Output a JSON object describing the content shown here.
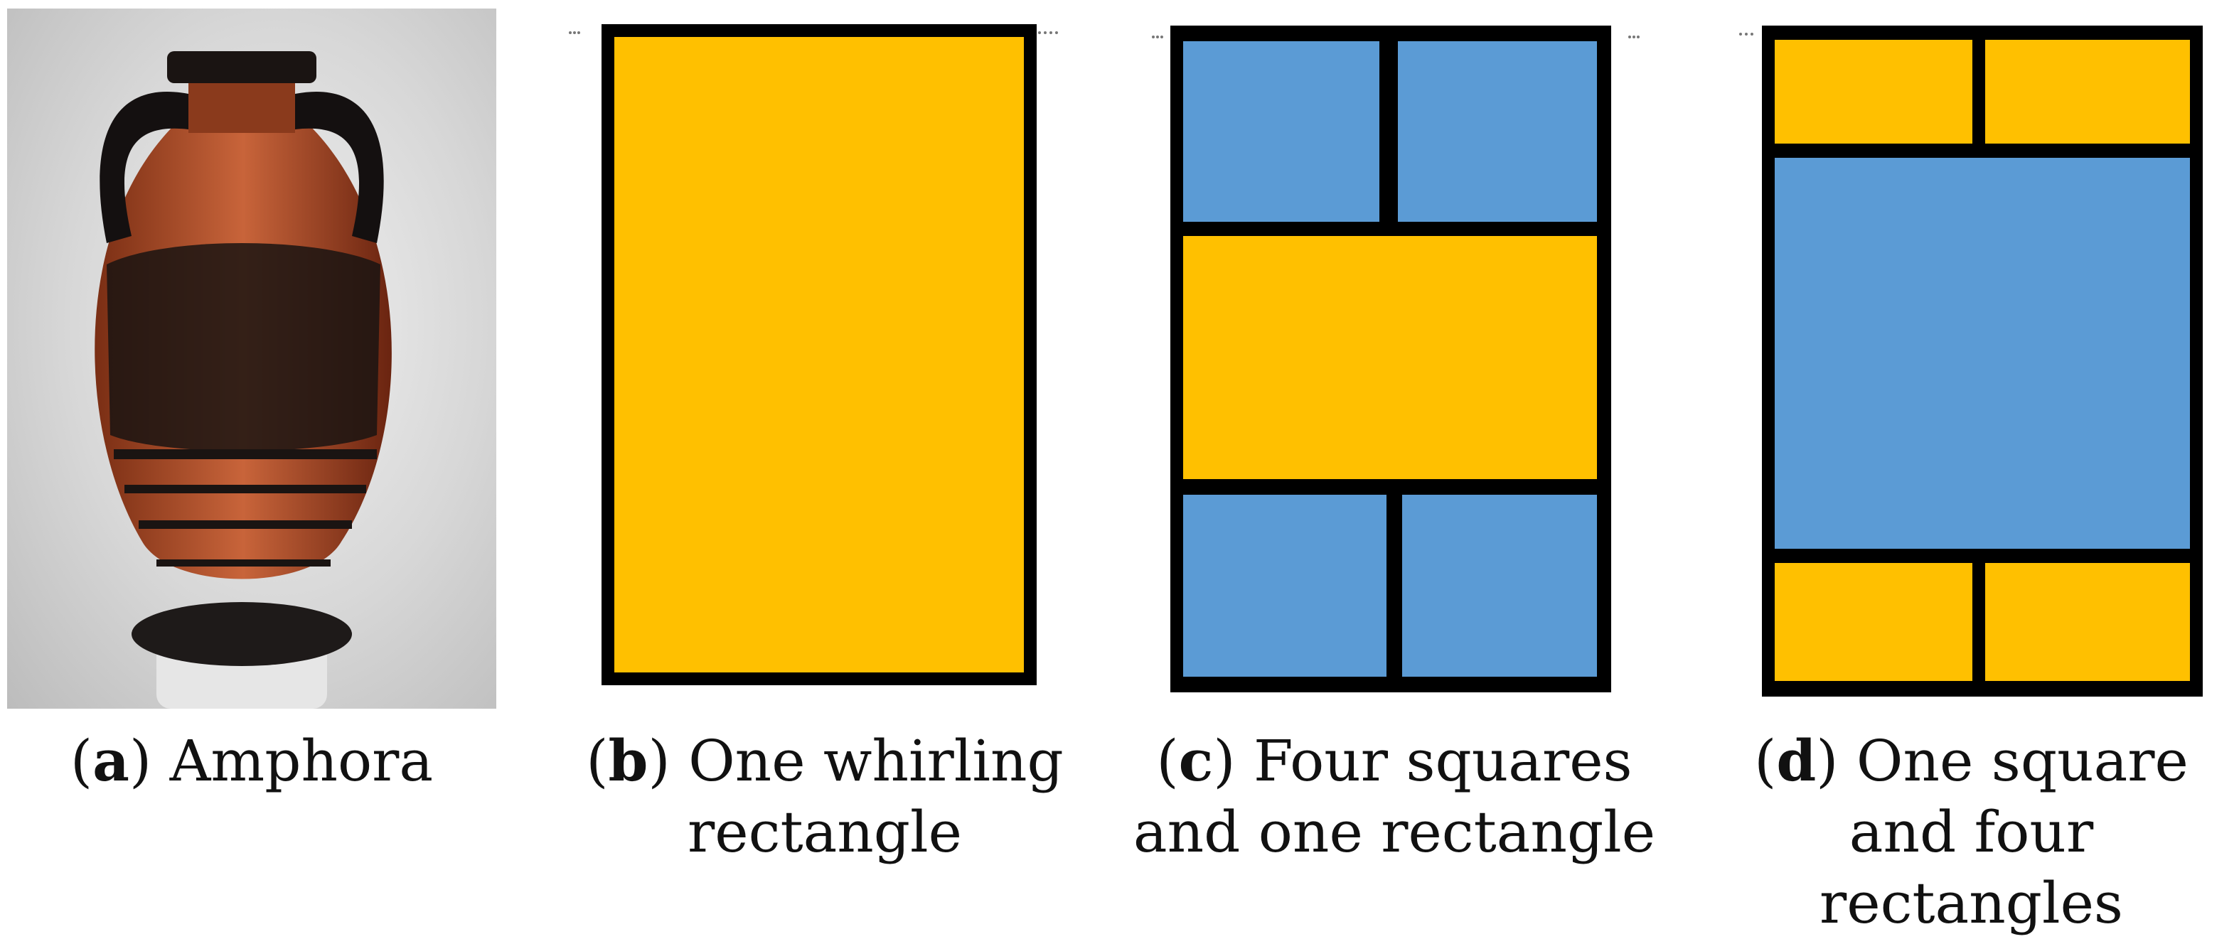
{
  "colors": {
    "gold": "#ffc000",
    "blue": "#5b9bd5",
    "frame": "#000000"
  },
  "panels": [
    {
      "id": "a",
      "letter": "a",
      "title": "Amphora"
    },
    {
      "id": "b",
      "letter": "b",
      "title": "One whirling rectangle"
    },
    {
      "id": "c",
      "letter": "c",
      "title": "Four squares and one rectangle"
    },
    {
      "id": "d",
      "letter": "d",
      "title": "One square and four rectangles"
    }
  ]
}
